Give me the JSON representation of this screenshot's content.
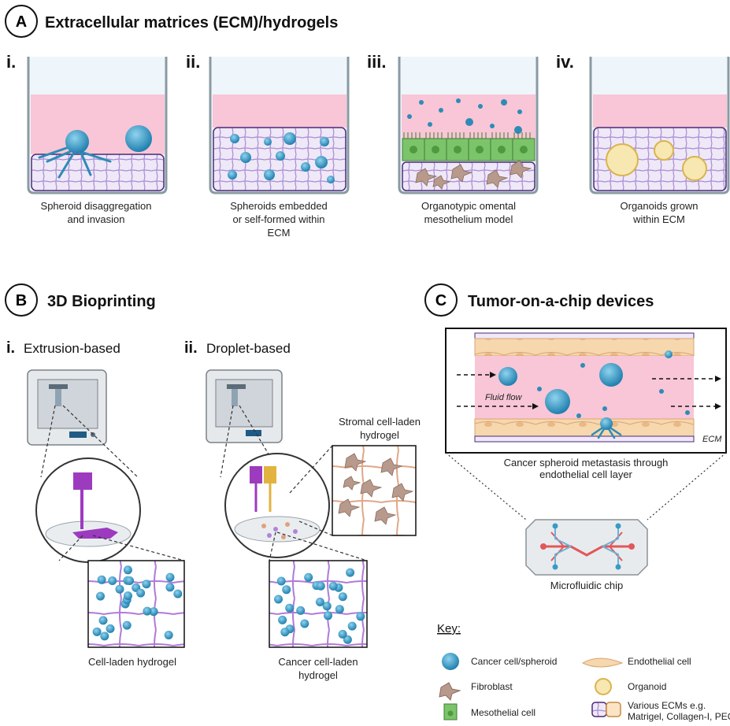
{
  "sections": {
    "a": {
      "letter": "A",
      "title": "Extracellular matrices (ECM)/hydrogels"
    },
    "b": {
      "letter": "B",
      "title": "3D Bioprinting"
    },
    "c": {
      "letter": "C",
      "title": "Tumor-on-a-chip devices"
    }
  },
  "panel_a": [
    {
      "numeral": "i.",
      "caption": [
        "Spheroid disaggregation",
        "and invasion"
      ]
    },
    {
      "numeral": "ii.",
      "caption": [
        "Spheroids embedded",
        "or self-formed within",
        "ECM"
      ]
    },
    {
      "numeral": "iii.",
      "caption": [
        "Organotypic omental",
        "mesothelium model"
      ]
    },
    {
      "numeral": "iv.",
      "caption": [
        "Organoids grown",
        "within ECM"
      ]
    }
  ],
  "panel_b": {
    "i": {
      "numeral": "i.",
      "label": "Extrusion-based",
      "inset_caption": "Cell-laden hydrogel"
    },
    "ii": {
      "numeral": "ii.",
      "label": "Droplet-based",
      "stromal_caption": [
        "Stromal cell-laden",
        "hydrogel"
      ],
      "cancer_caption": [
        "Cancer cell-laden",
        "hydrogel"
      ]
    }
  },
  "panel_c": {
    "fluid_flow": "Fluid flow",
    "ecm_label": "ECM",
    "caption": [
      "Cancer spheroid metastasis through",
      "endothelial cell layer"
    ],
    "chip_label": "Microfluidic chip"
  },
  "key": {
    "title": "Key:",
    "items": [
      "Cancer cell/spheroid",
      "Endothelial cell",
      "Fibroblast",
      "Organoid",
      "Mesothelial cell",
      "Various ECMs e.g.",
      "Matrigel, Collagen-I, PEG"
    ]
  },
  "colors": {
    "medium": "#f8c6d6",
    "ecm_fill": "#efe8f7",
    "ecm_grid": "#a88bd4",
    "ecm_border": "#4b2a78",
    "cancer_cell": "#3a9bc4",
    "fibroblast": "#b89a8c",
    "mesothelial": "#7cc46a",
    "endothelial": "#f6d7ae",
    "organoid": "#f7e7b0",
    "printer_purple": "#9d3bbf",
    "printer_gold": "#e2b33e"
  }
}
